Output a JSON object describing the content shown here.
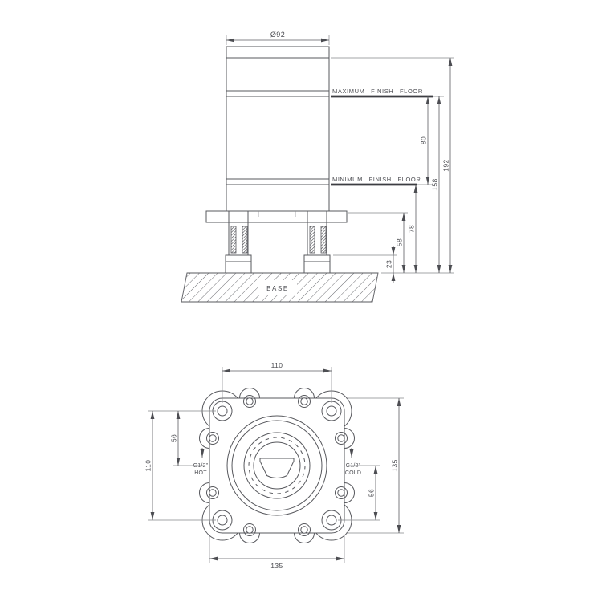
{
  "drawing": {
    "side_view": {
      "diameter": "Ø92",
      "max_floor": "MAXIMUM FINISH FLOOR",
      "min_floor": "MINIMUM FINISH FLOOR",
      "base": "BASE",
      "dim_80": "80",
      "dim_158": "158",
      "dim_192": "192",
      "dim_78": "78",
      "dim_58": "58",
      "dim_23": "23"
    },
    "plan_view": {
      "dim_top": "110",
      "dim_left_outer": "110",
      "dim_left_inner": "56",
      "dim_right_inner": "56",
      "dim_right_outer": "135",
      "dim_bottom": "135",
      "hot_size": "G1/2\"",
      "hot_label": "HOT",
      "cold_size": "G1/2\"",
      "cold_label": "COLD"
    }
  }
}
